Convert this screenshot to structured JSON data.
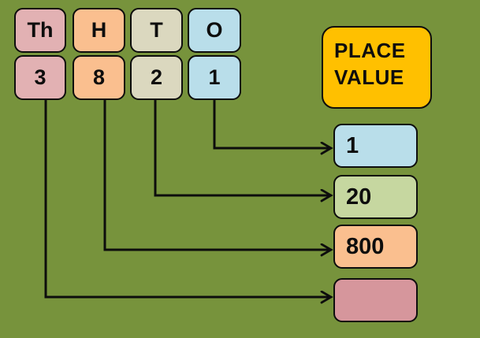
{
  "diagram": {
    "title": "PLACE VALUE",
    "columns": [
      {
        "label": "Th",
        "digit": "3"
      },
      {
        "label": "H",
        "digit": "8"
      },
      {
        "label": "T",
        "digit": "2"
      },
      {
        "label": "O",
        "digit": "1"
      }
    ],
    "values": [
      "1",
      "20",
      "800",
      ""
    ],
    "colors": {
      "background": "#77933C",
      "line": "#0D0D0D",
      "pink_light": "#E2B1B3",
      "pink_dark": "#D6969C",
      "orange": "#FABF8F",
      "tan": "#DBD8BF",
      "blue": "#B9DEEA",
      "green": "#C6D7A0",
      "gold": "#FFC000"
    }
  }
}
